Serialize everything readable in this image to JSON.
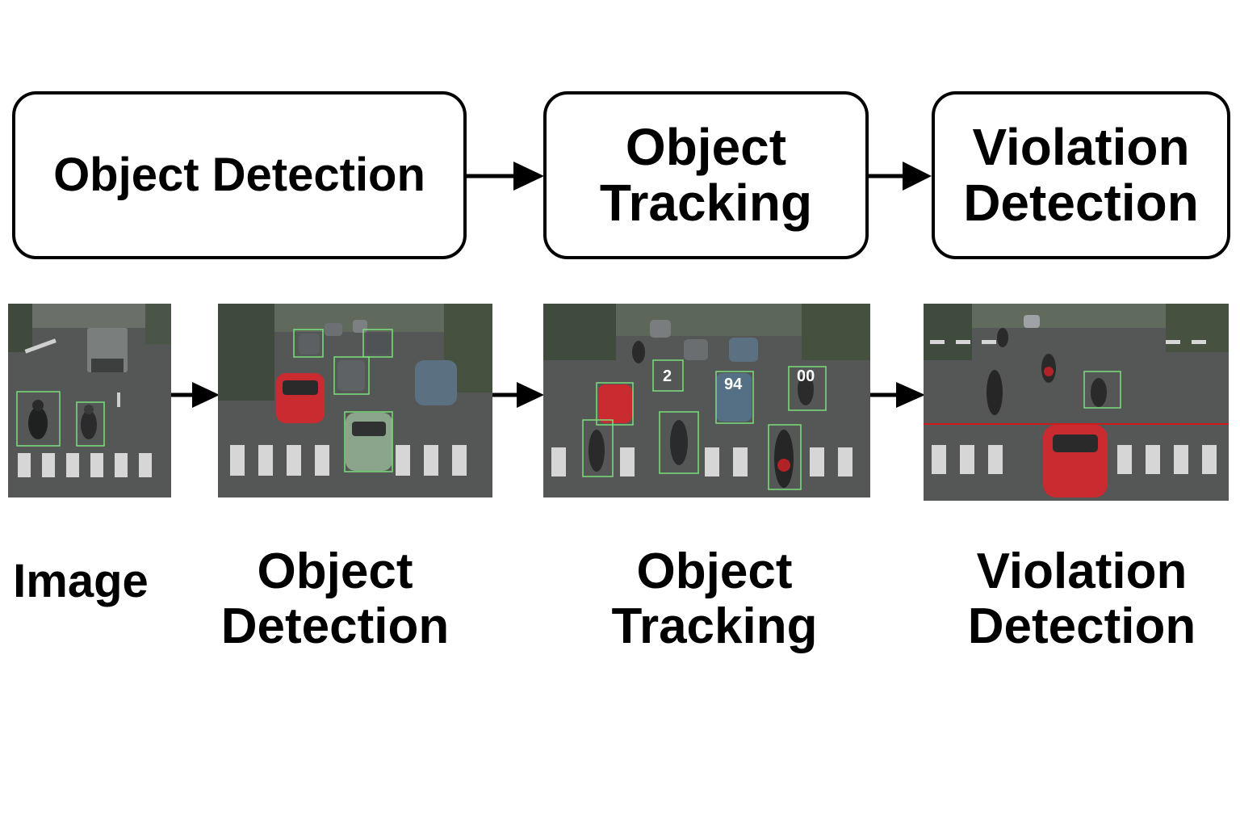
{
  "stages": [
    {
      "id": "detection",
      "label": "Object Detection"
    },
    {
      "id": "tracking",
      "label": "Object\nTracking"
    },
    {
      "id": "violation",
      "label": "Violation\nDetection"
    }
  ],
  "panels": [
    {
      "id": "image",
      "caption": "Image"
    },
    {
      "id": "detection",
      "caption": "Object\nDetection"
    },
    {
      "id": "tracking",
      "caption": "Object\nTracking",
      "track_ids": [
        "2",
        "94",
        "00"
      ]
    },
    {
      "id": "violation",
      "caption": "Violation\nDetection"
    }
  ],
  "colors": {
    "box_stroke": "#000000",
    "arrow": "#000000",
    "road": "#555756",
    "bbox": "#7be07b",
    "stop_line": "#d11a1a",
    "red_car": "#c92b30"
  }
}
